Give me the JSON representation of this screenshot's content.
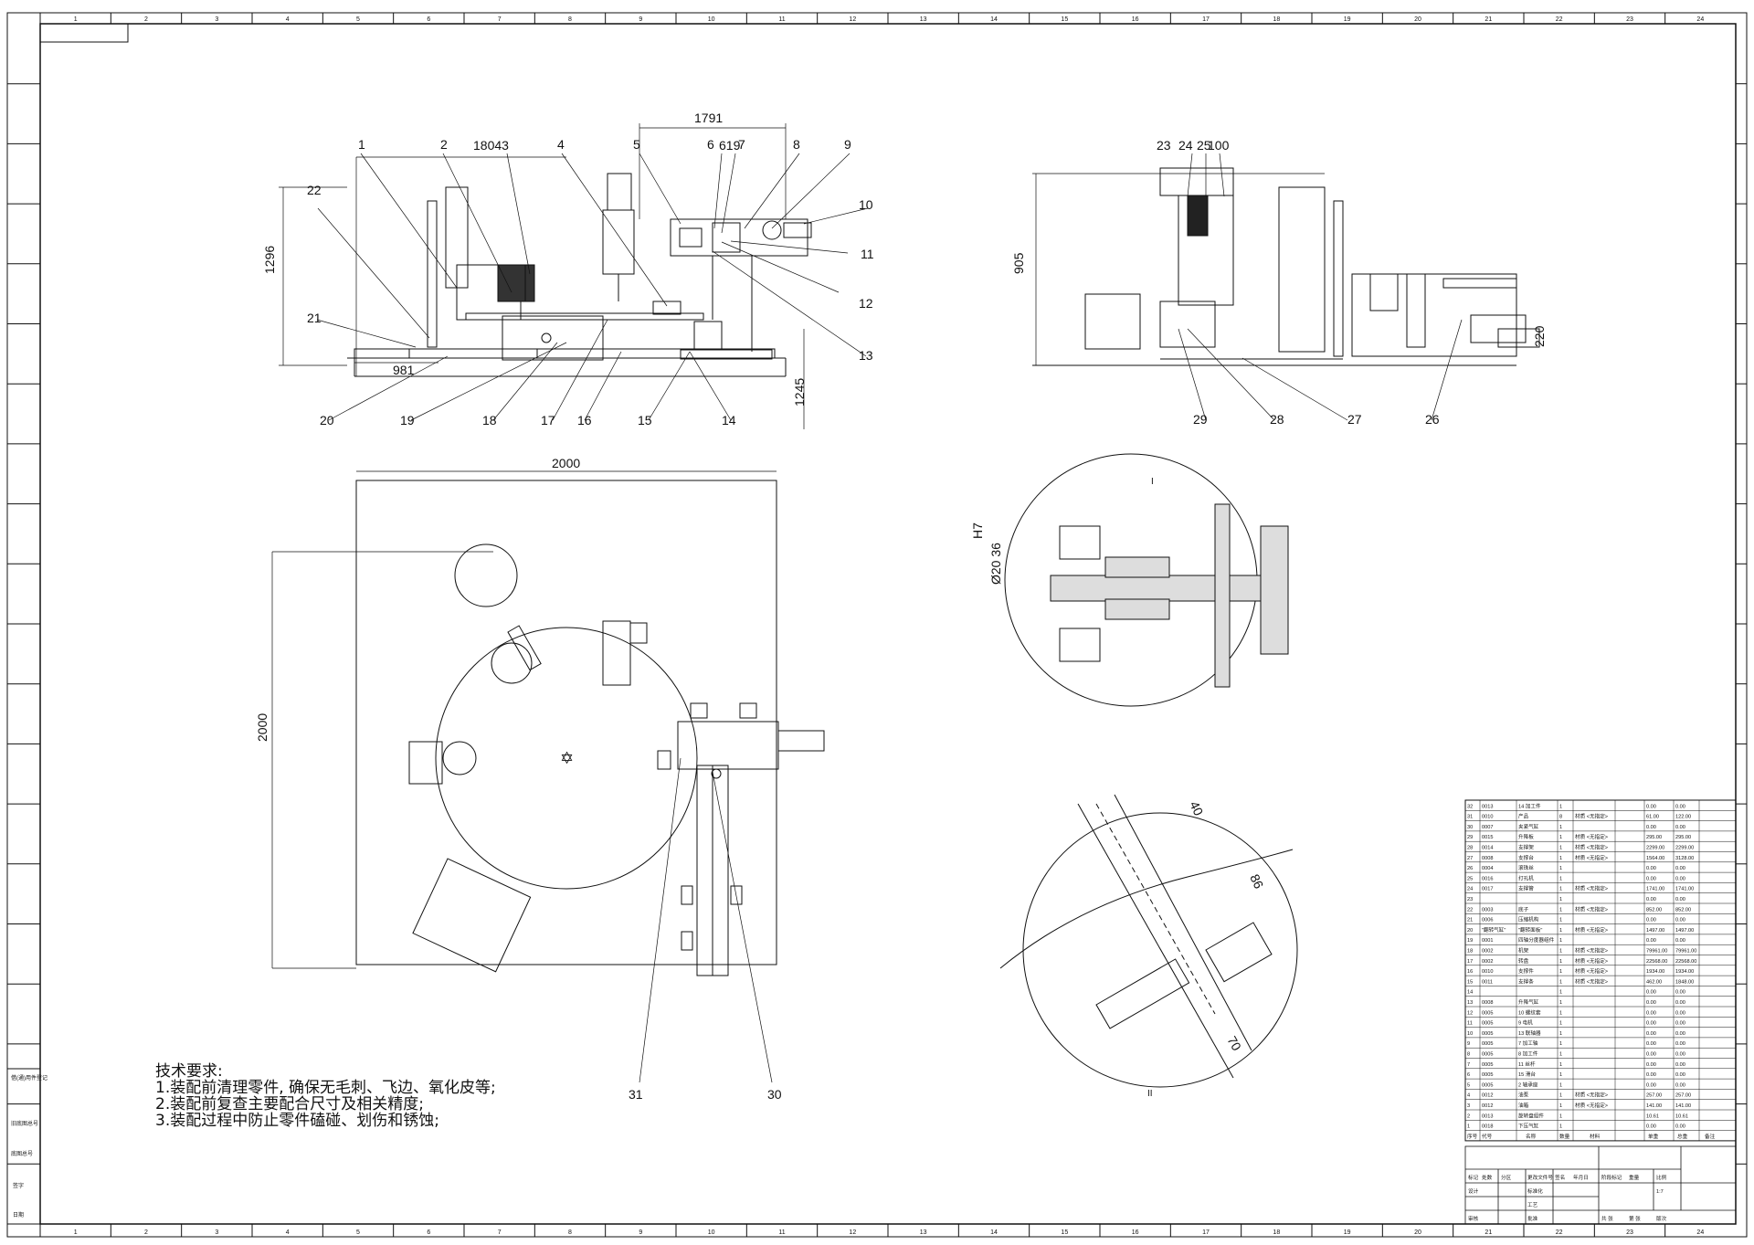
{
  "frame": {
    "col_labels": [
      "1",
      "2",
      "3",
      "4",
      "5",
      "6",
      "7",
      "8",
      "9",
      "10",
      "11",
      "12",
      "13",
      "14",
      "15",
      "16",
      "17",
      "18",
      "19",
      "20",
      "21",
      "22",
      "23",
      "24"
    ]
  },
  "dimensions": {
    "front": {
      "width_top": "1791",
      "height_left": "1296",
      "bottom_left": "981",
      "right_vertical": "1245",
      "top_small_1": "18043",
      "top_small_2": "619"
    },
    "side": {
      "height_left": "905",
      "height_right": "220",
      "top_small": "100"
    },
    "plan": {
      "width": "2000",
      "height": "2000"
    },
    "detail_a": {
      "fit": "H7",
      "diameter": "Ø20 36",
      "label": "I"
    },
    "detail_b": {
      "d1": "40",
      "d2": "86",
      "d3": "70",
      "label": "II"
    }
  },
  "balloons": {
    "front": [
      "1",
      "2",
      "4",
      "5",
      "6",
      "7",
      "8",
      "9",
      "10",
      "11",
      "12",
      "13",
      "14",
      "15",
      "16",
      "17",
      "18",
      "19",
      "20",
      "21",
      "22"
    ],
    "side": [
      "23",
      "24",
      "25",
      "26",
      "27",
      "28",
      "29"
    ],
    "plan": [
      "30",
      "31"
    ]
  },
  "tech_requirements": {
    "title": "技术要求:",
    "items": [
      "1.装配前清理零件, 确保无毛刺、飞边、氧化皮等;",
      "2.装配前复查主要配合尺寸及相关精度;",
      "3.装配过程中防止零件磕碰、划伤和锈蚀;"
    ]
  },
  "bom": {
    "header": [
      "序号",
      "代号",
      "名称",
      "数量",
      "材料",
      "单重",
      "总重",
      "备注"
    ],
    "rows": [
      [
        "32",
        "0013",
        "14 加工件",
        "1",
        "",
        "0.00",
        "0.00"
      ],
      [
        "31",
        "0010",
        "产品",
        "8",
        "材质 <无指定>",
        "61.00",
        "122.00"
      ],
      [
        "30",
        "0007",
        "夹紧气缸",
        "1",
        "",
        "0.00",
        "0.00"
      ],
      [
        "29",
        "0015",
        "升降板",
        "1",
        "材质 <无指定>",
        "295.00",
        "295.00"
      ],
      [
        "28",
        "0014",
        "支撑架",
        "1",
        "材质 <无指定>",
        "2299.00",
        "2299.00"
      ],
      [
        "27",
        "0008",
        "支撑台",
        "1",
        "材质 <无指定>",
        "1564.00",
        "3128.00"
      ],
      [
        "26",
        "0004",
        "滚珠丝",
        "1",
        "",
        "0.00",
        "0.00"
      ],
      [
        "25",
        "0016",
        "打孔机",
        "1",
        "",
        "0.00",
        "0.00"
      ],
      [
        "24",
        "0017",
        "支撑管",
        "1",
        "材质 <无指定>",
        "1741.00",
        "1741.00"
      ],
      [
        "23",
        "",
        "",
        "1",
        "",
        "0.00",
        "0.00"
      ],
      [
        "22",
        "0003",
        "底子",
        "1",
        "材质 <无指定>",
        "852.00",
        "852.00"
      ],
      [
        "21",
        "0006",
        "压缩机构",
        "1",
        "",
        "0.00",
        "0.00"
      ],
      [
        "20",
        "\"翻转气缸\"",
        "\"翻转面板\"",
        "1",
        "材质 <无指定>",
        "1497.00",
        "1497.00"
      ],
      [
        "19",
        "0001",
        "四轴分度器组件",
        "1",
        "",
        "0.00",
        "0.00"
      ],
      [
        "18",
        "0002",
        "机架",
        "1",
        "材质 <无指定>",
        "79961.00",
        "79961.00"
      ],
      [
        "17",
        "0002",
        "转盘",
        "1",
        "材质 <无指定>",
        "22568.00",
        "22568.00"
      ],
      [
        "16",
        "0010",
        "支撑件",
        "1",
        "材质 <无指定>",
        "1934.00",
        "1934.00"
      ],
      [
        "15",
        "0011",
        "支撑条",
        "1",
        "材质 <无指定>",
        "462.00",
        "1848.00"
      ],
      [
        "14",
        "",
        "",
        "1",
        "",
        "0.00",
        "0.00"
      ],
      [
        "13",
        "0008",
        "升降气缸",
        "1",
        "",
        "0.00",
        "0.00"
      ],
      [
        "12",
        "0005",
        "10 螺纹套",
        "1",
        "",
        "0.00",
        "0.00"
      ],
      [
        "11",
        "0005",
        "9 电机",
        "1",
        "",
        "0.00",
        "0.00"
      ],
      [
        "10",
        "0005",
        "13 联轴器",
        "1",
        "",
        "0.00",
        "0.00"
      ],
      [
        "9",
        "0005",
        "7 加工轴",
        "1",
        "",
        "0.00",
        "0.00"
      ],
      [
        "8",
        "0005",
        "8 加工件",
        "1",
        "",
        "0.00",
        "0.00"
      ],
      [
        "7",
        "0005",
        "11 丝杆",
        "1",
        "",
        "0.00",
        "0.00"
      ],
      [
        "6",
        "0005",
        "15 滑台",
        "1",
        "",
        "0.00",
        "0.00"
      ],
      [
        "5",
        "0005",
        "2 轴承座",
        "1",
        "",
        "0.00",
        "0.00"
      ],
      [
        "4",
        "0012",
        "油泵",
        "1",
        "材质 <无指定>",
        "257.00",
        "257.00"
      ],
      [
        "3",
        "0012",
        "油箱",
        "1",
        "材质 <无指定>",
        "141.00",
        "141.00"
      ],
      [
        "2",
        "0013",
        "旋转盘组件",
        "1",
        "",
        "10.61",
        "10.61"
      ],
      [
        "1",
        "0018",
        "下压气缸",
        "1",
        "",
        "0.00",
        "0.00"
      ]
    ]
  },
  "title_block": {
    "labels": [
      "标记",
      "处数",
      "分区",
      "更改文件号",
      "签名",
      "年月日",
      "阶段标记",
      "重量",
      "比例",
      "设计",
      "标准化",
      "工艺",
      "审核",
      "批准",
      "共 张",
      "第 张",
      "版次"
    ],
    "scale": "1:7"
  },
  "side_labels": [
    "借(通)用件登记",
    "旧底图总号",
    "底图总号",
    "签字",
    "日期"
  ]
}
